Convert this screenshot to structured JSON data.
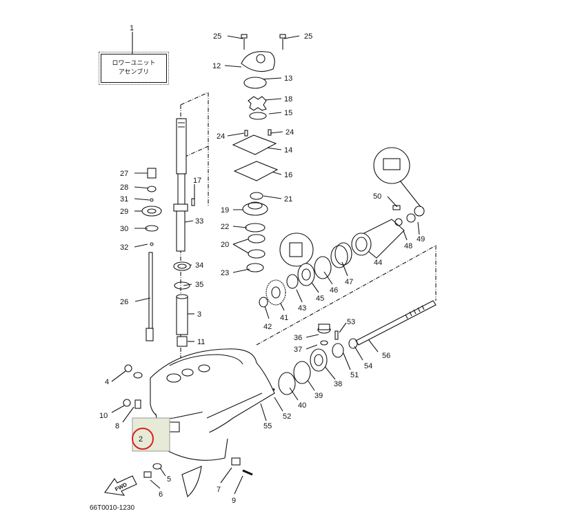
{
  "title_box": {
    "line1": "ロワーユニット",
    "line2": "アセンブリ"
  },
  "diagram_code": "66T0010-1230",
  "fwd_label": "FWD",
  "highlight": {
    "part": "2",
    "circle_color": "#d62020",
    "box_color": "#e8ead8"
  },
  "callouts": [
    "1",
    "25",
    "25",
    "12",
    "13",
    "18",
    "15",
    "24",
    "24",
    "14",
    "16",
    "27",
    "28",
    "31",
    "29",
    "30",
    "32",
    "17",
    "33",
    "21",
    "19",
    "22",
    "20",
    "23",
    "34",
    "35",
    "26",
    "3",
    "11",
    "50",
    "44",
    "48",
    "49",
    "47",
    "46",
    "45",
    "43",
    "42",
    "41",
    "36",
    "37",
    "53",
    "56",
    "54",
    "51",
    "38",
    "39",
    "40",
    "52",
    "55",
    "4",
    "10",
    "8",
    "2",
    "5",
    "6",
    "7",
    "9"
  ]
}
